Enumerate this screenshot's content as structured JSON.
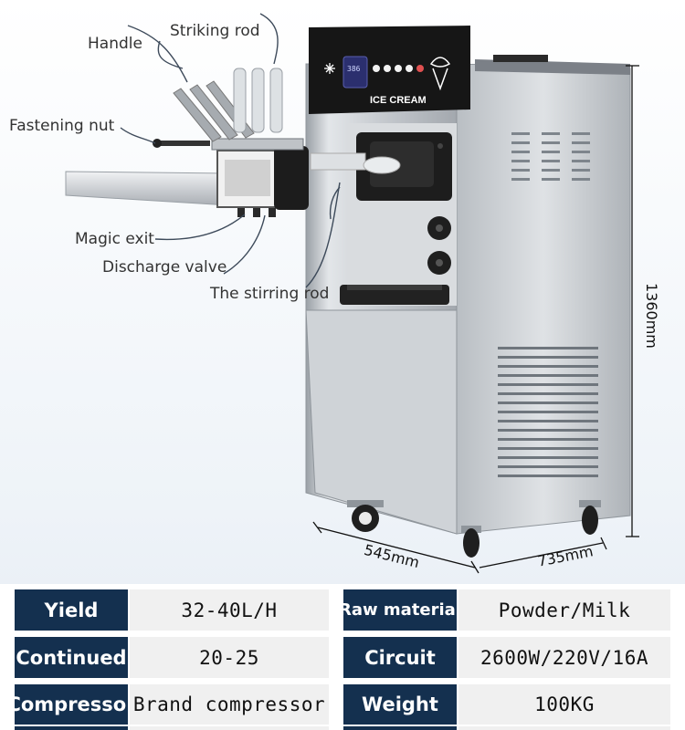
{
  "callouts": {
    "handle": "Handle",
    "striking_rod": "Striking rod",
    "fastening_nut": "Fastening nut",
    "magic_exit": "Magic exit",
    "discharge_valve": "Discharge valve",
    "stirring_rod": "The stirring rod"
  },
  "machine": {
    "panel_label": "ICE CREAM",
    "display_value": "386"
  },
  "dimensions": {
    "height": "1360mm",
    "depth": "545mm",
    "width": "735mm"
  },
  "specs": [
    {
      "label": "Yield",
      "value": "32-40L/H",
      "label2": "Raw material",
      "value2": "Powder/Milk"
    },
    {
      "label": "Continued",
      "value": "20-25",
      "label2": "Circuit",
      "value2": "2600W/220V/16A"
    },
    {
      "label": "Compressor",
      "value": "Brand compressor",
      "label2": "Weight",
      "value2": "100KG"
    }
  ],
  "colors": {
    "label_bg": "#14304f",
    "value_bg": "#f0f0f0",
    "steel": "#c9cdd2",
    "panel": "#1a1a1a"
  }
}
